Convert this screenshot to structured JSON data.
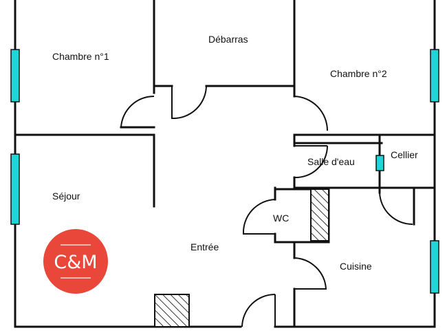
{
  "rooms": {
    "chambre1": "Chambre n°1",
    "debarras": "Débarras",
    "chambre2": "Chambre n°2",
    "salle_eau": "Salle d'eau",
    "cellier": "Cellier",
    "sejour": "Séjour",
    "wc": "WC",
    "entree": "Entrée",
    "cuisine": "Cuisine"
  },
  "logo": {
    "text": "C&M",
    "color": "#e8473a"
  },
  "colors": {
    "wall": "#111111",
    "window": "#22d3d8",
    "background": "#ffffff"
  }
}
